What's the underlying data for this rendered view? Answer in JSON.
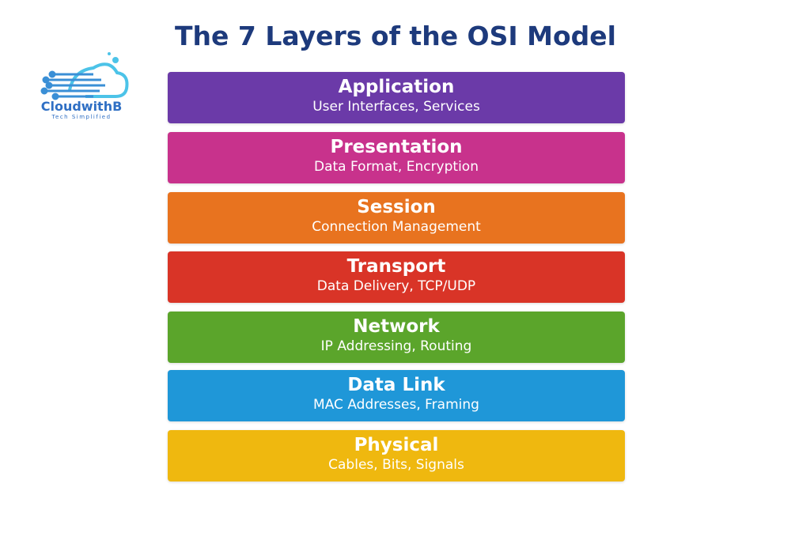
{
  "title": "The 7 Layers of the OSI Model",
  "logo": {
    "name": "CloudwithB",
    "tagline": "Tech Simplified"
  },
  "layers": [
    {
      "name": "Application",
      "desc": "User Interfaces, Services",
      "color": "#6b3aa8"
    },
    {
      "name": "Presentation",
      "desc": "Data Format, Encryption",
      "color": "#c8328c"
    },
    {
      "name": "Session",
      "desc": "Connection Management",
      "color": "#e8731f"
    },
    {
      "name": "Transport",
      "desc": "Data Delivery, TCP/UDP",
      "color": "#d93427"
    },
    {
      "name": "Network",
      "desc": "IP Addressing, Routing",
      "color": "#5ba52b"
    },
    {
      "name": "Data Link",
      "desc": "MAC Addresses, Framing",
      "color": "#1f97d8"
    },
    {
      "name": "Physical",
      "desc": "Cables, Bits, Signals",
      "color": "#efb80f"
    }
  ]
}
